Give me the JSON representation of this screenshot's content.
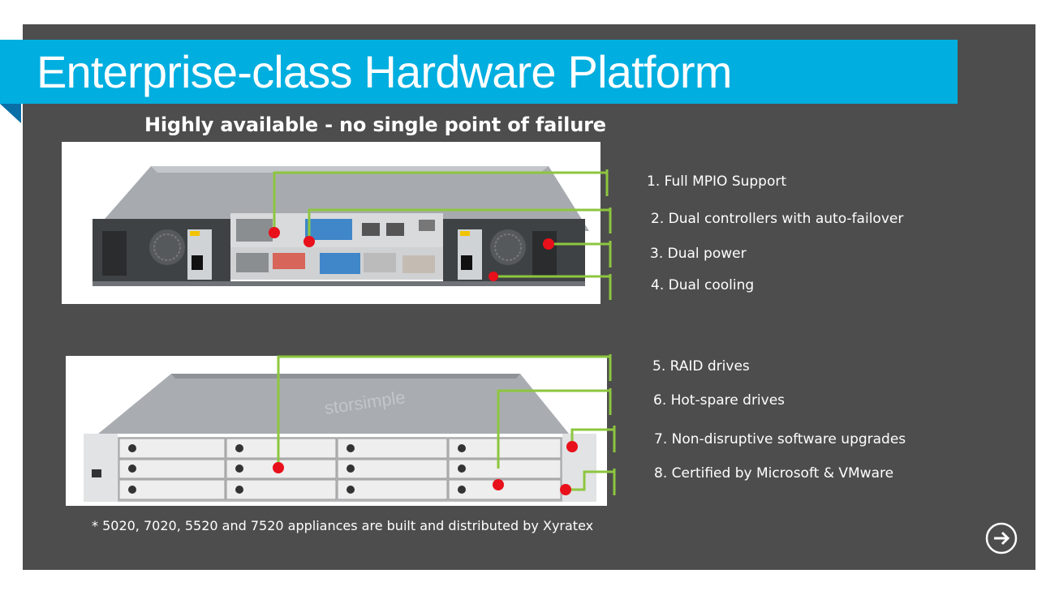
{
  "slide": {
    "title": "Enterprise-class Hardware Platform",
    "subtitle": "Highly available - no single point of failure",
    "features": [
      "1. Full MPIO Support",
      "2. Dual controllers with auto-failover",
      "3. Dual power",
      "4. Dual cooling",
      "5. RAID drives",
      "6. Hot-spare drives",
      "7. Non-disruptive software upgrades",
      "8. Certified by Microsoft & VMware"
    ],
    "footnote": "* 5020, 7020, 5520 and 7520 appliances are built and distributed by Xyratex",
    "front_brand": "storsimple",
    "images": {
      "rear": "storage-appliance-rear-photo",
      "front": "storage-appliance-front-photo"
    }
  },
  "nav": {
    "next_icon": "arrow-right-circle-icon"
  },
  "colors": {
    "background": "#4d4d4d",
    "banner": "#00aee0",
    "leader_line": "#8dc63f",
    "marker": "#e8101a",
    "text": "#ffffff"
  }
}
